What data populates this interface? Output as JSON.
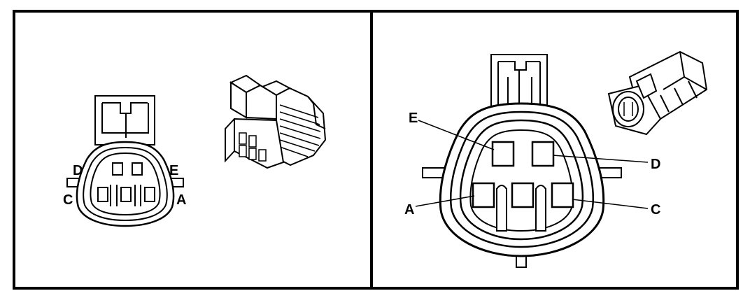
{
  "left_panel": {
    "labels": {
      "d": "D",
      "e": "E",
      "c": "C",
      "a": "A"
    }
  },
  "right_panel": {
    "labels": {
      "e": "E",
      "d": "D",
      "a": "A",
      "c": "C"
    }
  },
  "colors": {
    "line": "#000000",
    "background": "#ffffff"
  }
}
